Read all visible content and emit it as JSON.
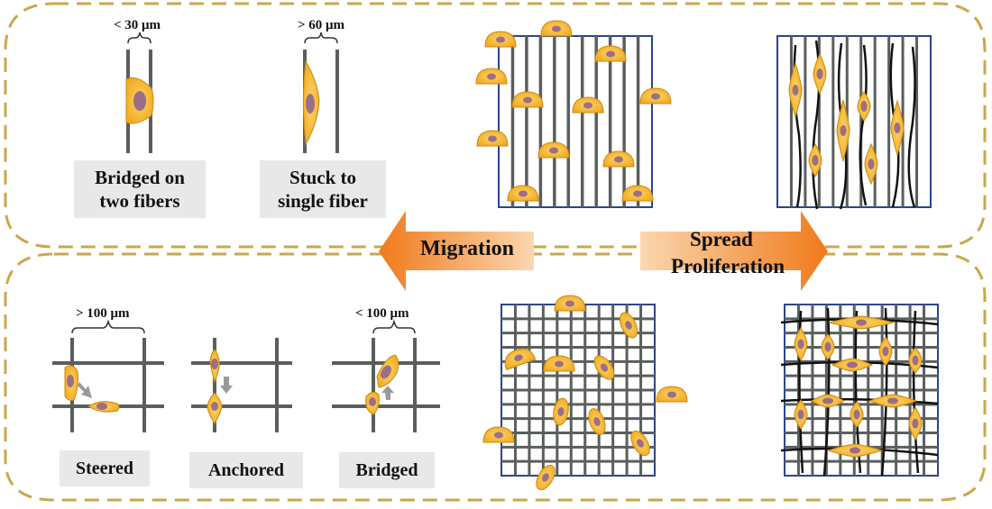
{
  "top_panel": {
    "bridged_two": {
      "measure": "< 30 μm",
      "label_line1": "Bridged on",
      "label_line2": "two fibers"
    },
    "stuck_single": {
      "measure": "> 60 μm",
      "label_line1": "Stuck to",
      "label_line2": "single fiber"
    }
  },
  "bottom_panel": {
    "steered": {
      "measure": "> 100 μm",
      "label": "Steered"
    },
    "anchored": {
      "label": "Anchored"
    },
    "bridged": {
      "measure": "< 100 μm",
      "label": "Bridged"
    }
  },
  "arrows": {
    "migration": "Migration",
    "spread": "Spread",
    "proliferation": "Proliferation"
  },
  "colors": {
    "border_dash": "#c9a84a",
    "fiber": "#5a5f5d",
    "grid_frame": "#2b4590",
    "cell_body": "#f5b731",
    "cell_edge": "#c98a12",
    "nucleus": "#9b6f86",
    "arrow_orange": "#f08a24",
    "label_bg": "#e8e8e8"
  }
}
